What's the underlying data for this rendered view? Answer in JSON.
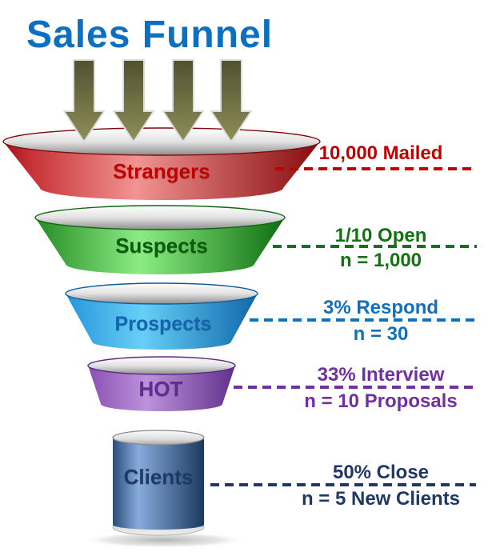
{
  "title": "Sales Funnel",
  "colors": {
    "title": "#0d6fc0",
    "stage_red": "#c00000",
    "stage_green": "#127312",
    "stage_blue": "#1170ba",
    "stage_purple": "#7130a2",
    "stage_navy": "#1f3864",
    "arrow_olive": "#6f6f44"
  },
  "icons": {
    "inflow": "down-arrow-icon",
    "inflow_count": 4
  },
  "funnel": {
    "stages": [
      {
        "label": "Strangers",
        "label_color": "#c00000",
        "annotation_line1": "10,000 Mailed",
        "annotation_line2": "",
        "annotation_color": "#c00000"
      },
      {
        "label": "Suspects",
        "label_color": "#095c09",
        "annotation_line1": "1/10 Open",
        "annotation_line2": "n = 1,000",
        "annotation_color": "#127312"
      },
      {
        "label": "Prospects",
        "label_color": "#1365ad",
        "annotation_line1": "3% Respond",
        "annotation_line2": "n = 30",
        "annotation_color": "#1170ba"
      },
      {
        "label": "HOT",
        "label_color": "#5f2b8f",
        "annotation_line1": "33% Interview",
        "annotation_line2": "n = 10 Proposals",
        "annotation_color": "#7130a2"
      },
      {
        "label": "Clients",
        "label_color": "#1e3a66",
        "annotation_line1": "50% Close",
        "annotation_line2": "n = 5 New Clients",
        "annotation_color": "#1f3864"
      }
    ]
  }
}
